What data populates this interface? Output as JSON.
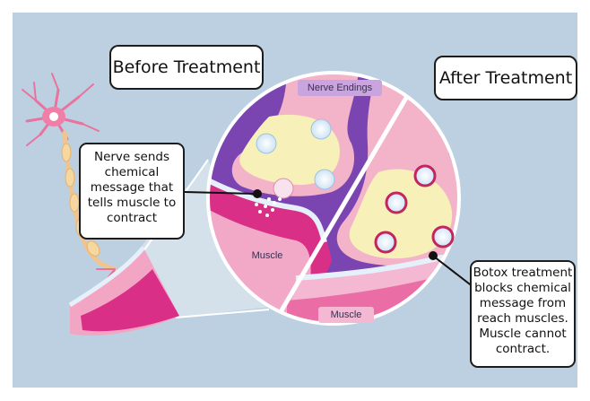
{
  "labels": {
    "before": "Before Treatment",
    "after": "After Treatment",
    "nerve_endings": "Nerve Endings",
    "muscle_left": "Muscle",
    "muscle_right": "Muscle"
  },
  "callouts": {
    "nerve_lines": [
      "Nerve sends",
      "chemical",
      "message that",
      "tells muscle to",
      "contract"
    ],
    "botox_lines": [
      "Botox treatment",
      "blocks chemical",
      "message from",
      "reach muscles.",
      "Muscle cannot",
      "contract."
    ]
  },
  "colors": {
    "background": "#bcd0e1",
    "purple": "#7a45b0",
    "light_purple": "#c9a4df",
    "pink_nerve": "#f3b3c9",
    "yellow_terminal": "#f7f0b8",
    "magenta_muscle": "#d92f86",
    "neuron_pink": "#e9739f"
  },
  "icons": [
    "neuron-illustration",
    "vesicle-icon",
    "blocked-vesicle-icon",
    "neurotransmitter-dots"
  ]
}
